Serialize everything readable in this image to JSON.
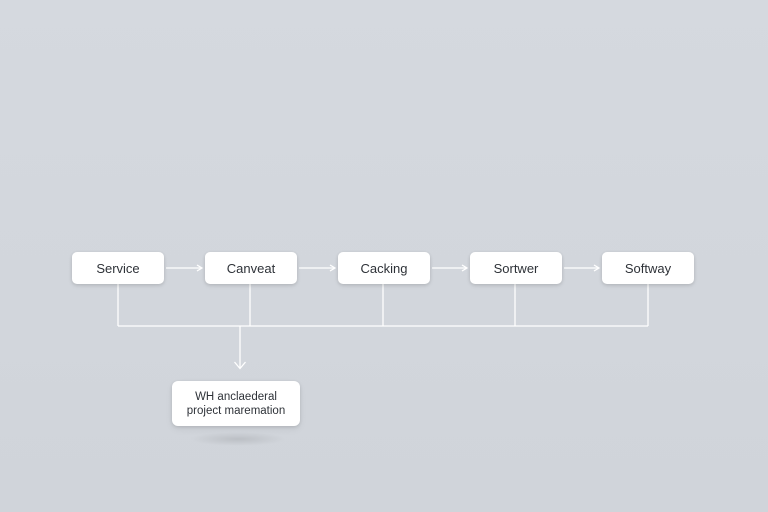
{
  "colors": {
    "background": "#d2d6dc",
    "node_fill": "#ffffff",
    "connector": "#ffffff",
    "text": "#2e3238"
  },
  "nodes": [
    {
      "label": "Service"
    },
    {
      "label": "Canveat"
    },
    {
      "label": "Cacking"
    },
    {
      "label": "Sortwer"
    },
    {
      "label": "Softway"
    }
  ],
  "result": {
    "line1": "WH anclaederal",
    "line2": "project maremation"
  }
}
